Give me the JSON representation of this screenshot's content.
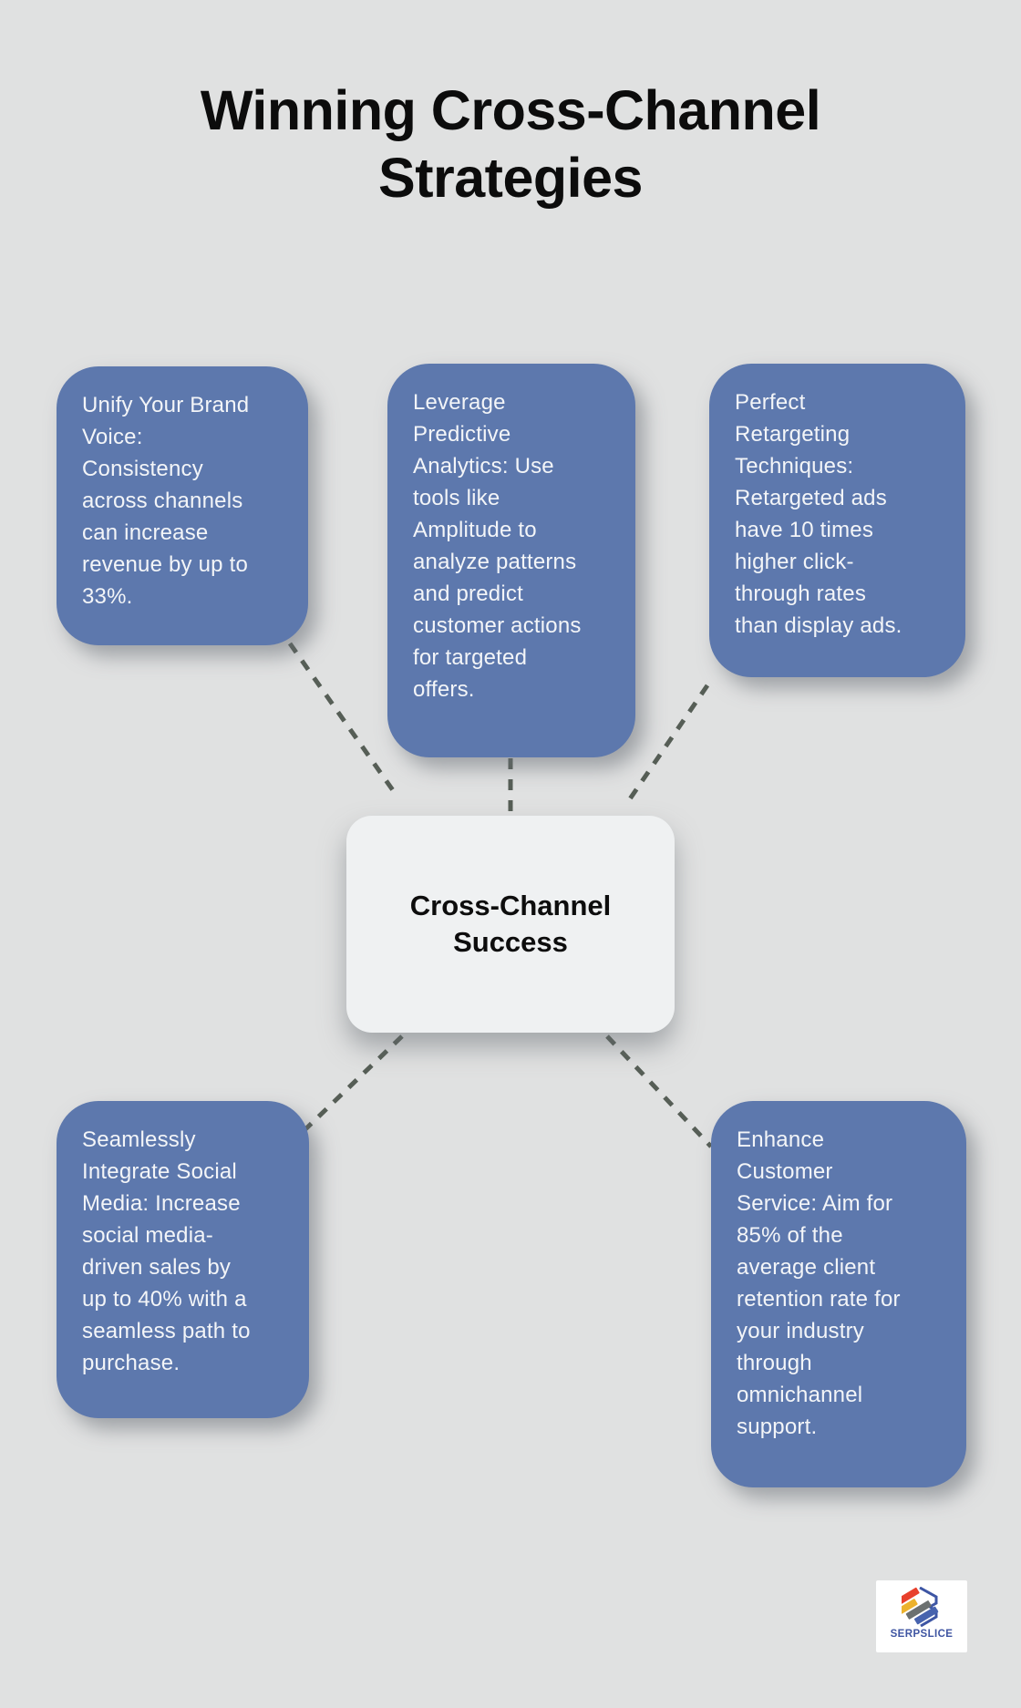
{
  "title": {
    "text": "Winning Cross-Channel\nStrategies"
  },
  "center_node": {
    "label": "Cross-Channel\nSuccess"
  },
  "nodes": [
    {
      "id": "unify-brand-voice",
      "text": "Unify Your Brand\nVoice:\nConsistency\nacross channels\ncan increase\nrevenue by up to\n33%."
    },
    {
      "id": "predictive-analytics",
      "text": "Leverage\nPredictive\nAnalytics: Use\ntools like\nAmplitude to\nanalyze patterns\nand predict\ncustomer actions\nfor targeted\noffers."
    },
    {
      "id": "retargeting-techniques",
      "text": "Perfect\nRetargeting\nTechniques:\nRetargeted ads\nhave 10 times\nhigher click-\nthrough rates\nthan display ads."
    },
    {
      "id": "social-media-integration",
      "text": "Seamlessly\nIntegrate Social\nMedia: Increase\nsocial media-\ndriven sales by\nup to 40% with a\nseamless path to\npurchase."
    },
    {
      "id": "customer-service",
      "text": "Enhance\nCustomer\nService: Aim for\n85% of the\naverage client\nretention rate for\nyour industry\nthrough\nomnichannel\nsupport."
    }
  ],
  "logo": {
    "brand": "SERPSLICE"
  },
  "colors": {
    "background": "#e0e1e1",
    "card_blue": "#5d78ad",
    "card_text": "#f3f5f8",
    "center_bg": "#eff1f2",
    "center_text": "#0d0d0d",
    "connector_dash": "#565e56",
    "title_text": "#0c0c0c",
    "logo_red": "#e8402c",
    "logo_yellow": "#ecb22d",
    "logo_gray": "#6b7070",
    "logo_blue": "#4763ae",
    "logo_outline": "#3d55a4",
    "brand_text": "#3f55a2"
  }
}
